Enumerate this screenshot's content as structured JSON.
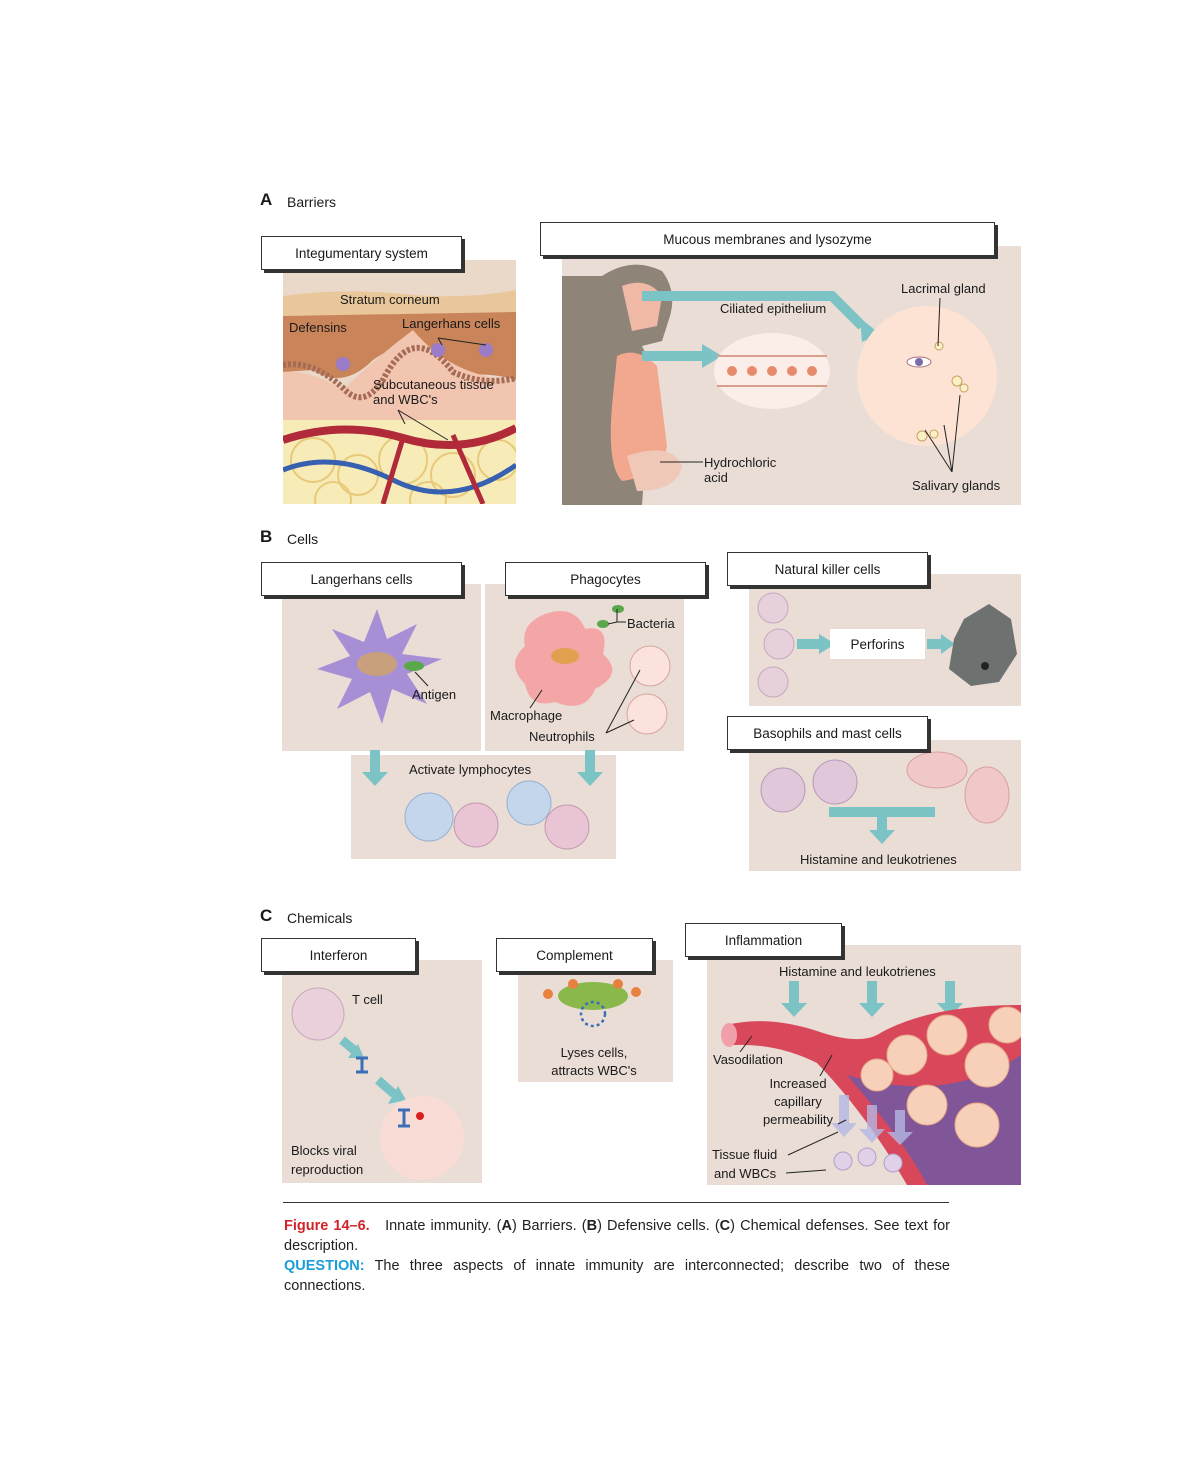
{
  "sections": {
    "a": {
      "letter": "A",
      "title": "Barriers",
      "integumentary": {
        "box": "Integumentary system",
        "stratum": "Stratum corneum",
        "defensins": "Defensins",
        "langerhans": "Langerhans cells",
        "subcut_1": "Subcutaneous tissue",
        "subcut_2": "and WBC's"
      },
      "mucous": {
        "box": "Mucous membranes and lysozyme",
        "ciliated": "Ciliated epithelium",
        "lacrimal": "Lacrimal gland",
        "hcl_1": "Hydrochloric",
        "hcl_2": "acid",
        "salivary": "Salivary glands"
      }
    },
    "b": {
      "letter": "B",
      "title": "Cells",
      "langerhans": {
        "box": "Langerhans cells",
        "antigen": "Antigen"
      },
      "phagocytes": {
        "box": "Phagocytes",
        "bacteria": "Bacteria",
        "macrophage": "Macrophage",
        "neutrophils": "Neutrophils"
      },
      "activate": "Activate lymphocytes",
      "nk": {
        "box": "Natural killer cells",
        "perforins": "Perforins"
      },
      "basophils": {
        "box": "Basophils and mast cells",
        "histamine": "Histamine and leukotrienes"
      }
    },
    "c": {
      "letter": "C",
      "title": "Chemicals",
      "interferon": {
        "box": "Interferon",
        "tcell": "T cell",
        "blocks_1": "Blocks viral",
        "blocks_2": "reproduction"
      },
      "complement": {
        "box": "Complement",
        "lyses_1": "Lyses cells,",
        "lyses_2": "attracts WBC's"
      },
      "inflammation": {
        "box": "Inflammation",
        "histamine": "Histamine and leukotrienes",
        "vasodilation": "Vasodilation",
        "icp_1": "Increased",
        "icp_2": "capillary",
        "icp_3": "permeability",
        "tissue_1": "Tissue fluid",
        "tissue_2": "and WBCs"
      }
    }
  },
  "caption": {
    "figure": "Figure 14–6.",
    "text_1": "Innate immunity. (",
    "a": "A",
    "text_2": ") Barriers. (",
    "b": "B",
    "text_3": ") Defensive cells. (",
    "c": "C",
    "text_4": ") Chemical defenses. See text for description.",
    "question_tag": "QUESTION:",
    "question": "The three aspects of innate immunity are interconnected; describe two of these connections."
  },
  "colors": {
    "panel": "#e9ddd6",
    "arrow": "#7cc3c6",
    "figure_tag": "#d2232a",
    "question_tag": "#1a9ed9"
  }
}
